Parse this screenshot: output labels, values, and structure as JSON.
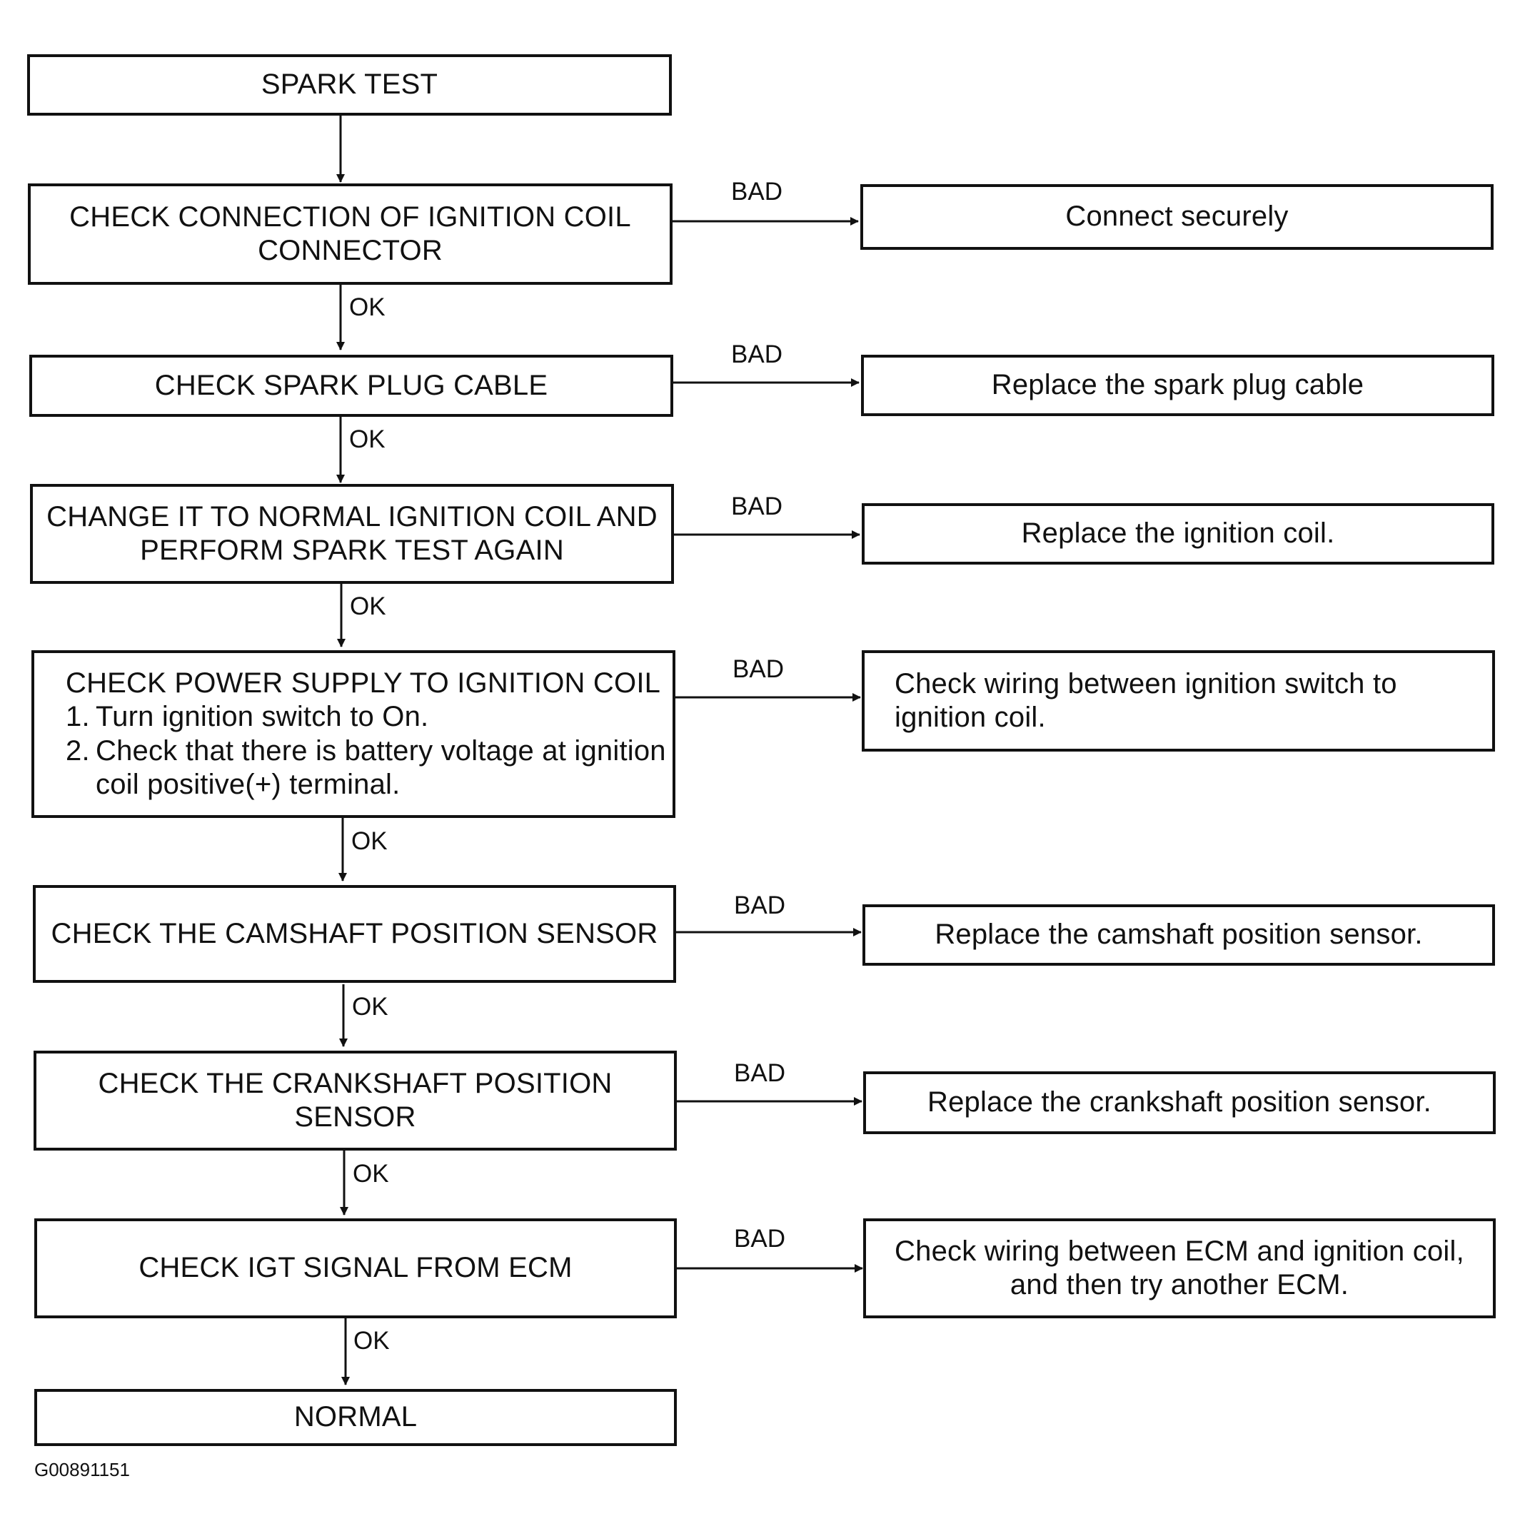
{
  "steps": [
    {
      "text": "SPARK TEST"
    },
    {
      "text": "CHECK CONNECTION OF IGNITION COIL\nCONNECTOR",
      "bad": "BAD",
      "fix": "Connect securely"
    },
    {
      "text": "CHECK SPARK PLUG CABLE",
      "bad": "BAD",
      "fix": "Replace the spark plug cable"
    },
    {
      "text": "CHANGE IT TO NORMAL IGNITION COIL AND\nPERFORM SPARK TEST AGAIN",
      "bad": "BAD",
      "fix": "Replace the ignition coil."
    },
    {
      "text": "CHECK POWER SUPPLY TO IGNITION COIL",
      "substeps": [
        {
          "num": "1.",
          "text": "Turn ignition switch to On."
        },
        {
          "num": "2.",
          "text": "Check that there is battery voltage at ignition\ncoil positive(+) terminal."
        }
      ],
      "bad": "BAD",
      "fix": "Check wiring between ignition switch to\nignition coil."
    },
    {
      "text": "CHECK THE CAMSHAFT POSITION SENSOR",
      "bad": "BAD",
      "fix": "Replace the camshaft position sensor."
    },
    {
      "text": "CHECK THE CRANKSHAFT POSITION\nSENSOR",
      "bad": "BAD",
      "fix": "Replace the crankshaft position sensor."
    },
    {
      "text": "CHECK IGT SIGNAL FROM ECM",
      "bad": "BAD",
      "fix": "Check wiring between ECM and ignition coil,\nand then try another ECM."
    },
    {
      "text": "NORMAL"
    }
  ],
  "ok_labels": [
    "OK",
    "OK",
    "OK",
    "OK",
    "OK",
    "OK",
    "OK"
  ],
  "figure_id": "G00891151"
}
